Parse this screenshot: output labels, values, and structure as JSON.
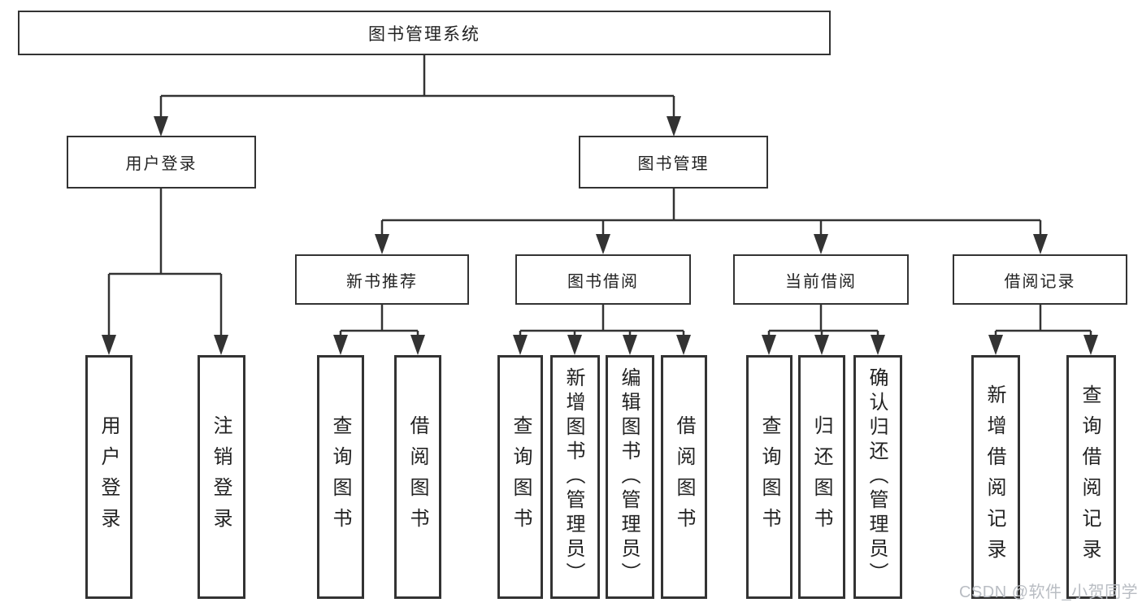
{
  "diagram": {
    "root": {
      "label": "图书管理系统"
    },
    "branches": [
      {
        "label": "用户登录",
        "children": [
          {
            "label": "用户登录"
          },
          {
            "label": "注销登录"
          }
        ]
      },
      {
        "label": "图书管理",
        "children": [
          {
            "label": "新书推荐",
            "children": [
              {
                "label": "查询图书"
              },
              {
                "label": "借阅图书"
              }
            ]
          },
          {
            "label": "图书借阅",
            "children": [
              {
                "label": "查询图书"
              },
              {
                "label": "新增图书（管理员）"
              },
              {
                "label": "编辑图书（管理员）"
              },
              {
                "label": "借阅图书"
              }
            ]
          },
          {
            "label": "当前借阅",
            "children": [
              {
                "label": "查询图书"
              },
              {
                "label": "归还图书"
              },
              {
                "label": "确认归还（管理员）"
              }
            ]
          },
          {
            "label": "借阅记录",
            "children": [
              {
                "label": "新增借阅记录"
              },
              {
                "label": "查询借阅记录"
              }
            ]
          }
        ]
      }
    ]
  },
  "watermark": "CSDN @软件_小贺同学",
  "colors": {
    "line": "#333333",
    "box_background": "#ffffff",
    "text": "#222222",
    "watermark": "#b9bdc3"
  }
}
